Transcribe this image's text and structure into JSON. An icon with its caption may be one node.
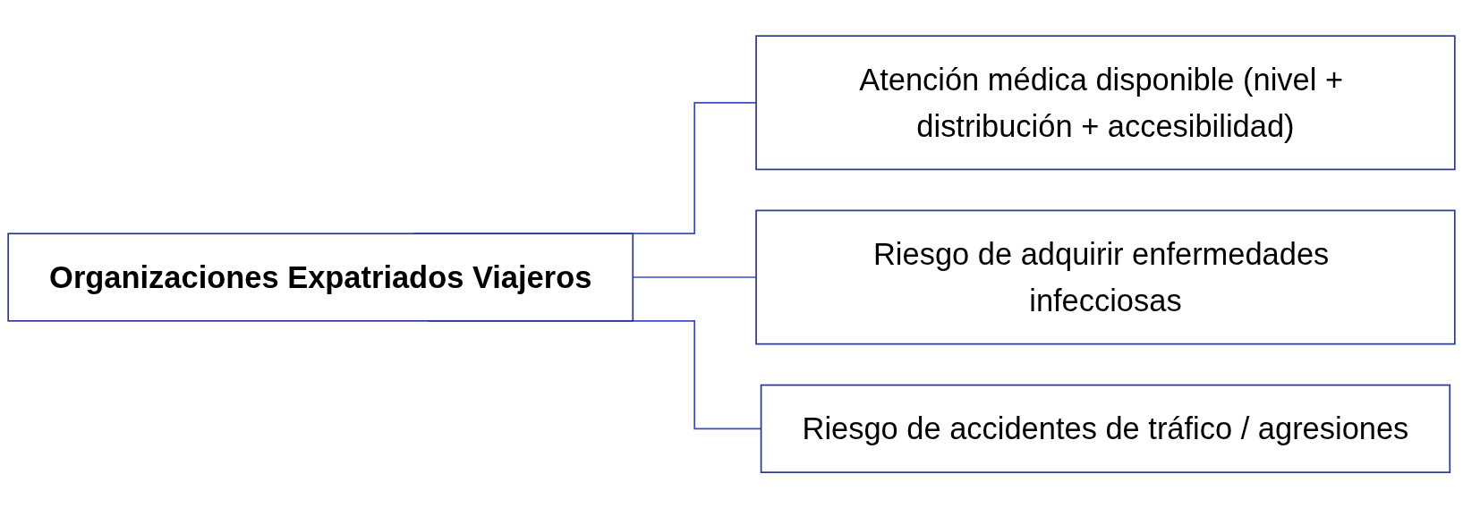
{
  "diagram": {
    "nodes": [
      {
        "text": [
          "Organizaciones Expatriados Viajeros"
        ]
      },
      {
        "text": [
          "Atención médica disponible (nivel + distribución + accesibilidad)"
        ]
      },
      {
        "text": [
          "Riesgo de adquirir enfermedades infecciosas"
        ]
      },
      {
        "text": [
          "Riesgo de accidentes de tráfico / agresiones"
        ]
      }
    ],
    "edges": [
      {
        "from": 0,
        "to": 1,
        "arrow": "none"
      },
      {
        "from": 0,
        "to": 2,
        "arrow": "none"
      },
      {
        "from": 0,
        "to": 3,
        "arrow": "none"
      }
    ]
  }
}
